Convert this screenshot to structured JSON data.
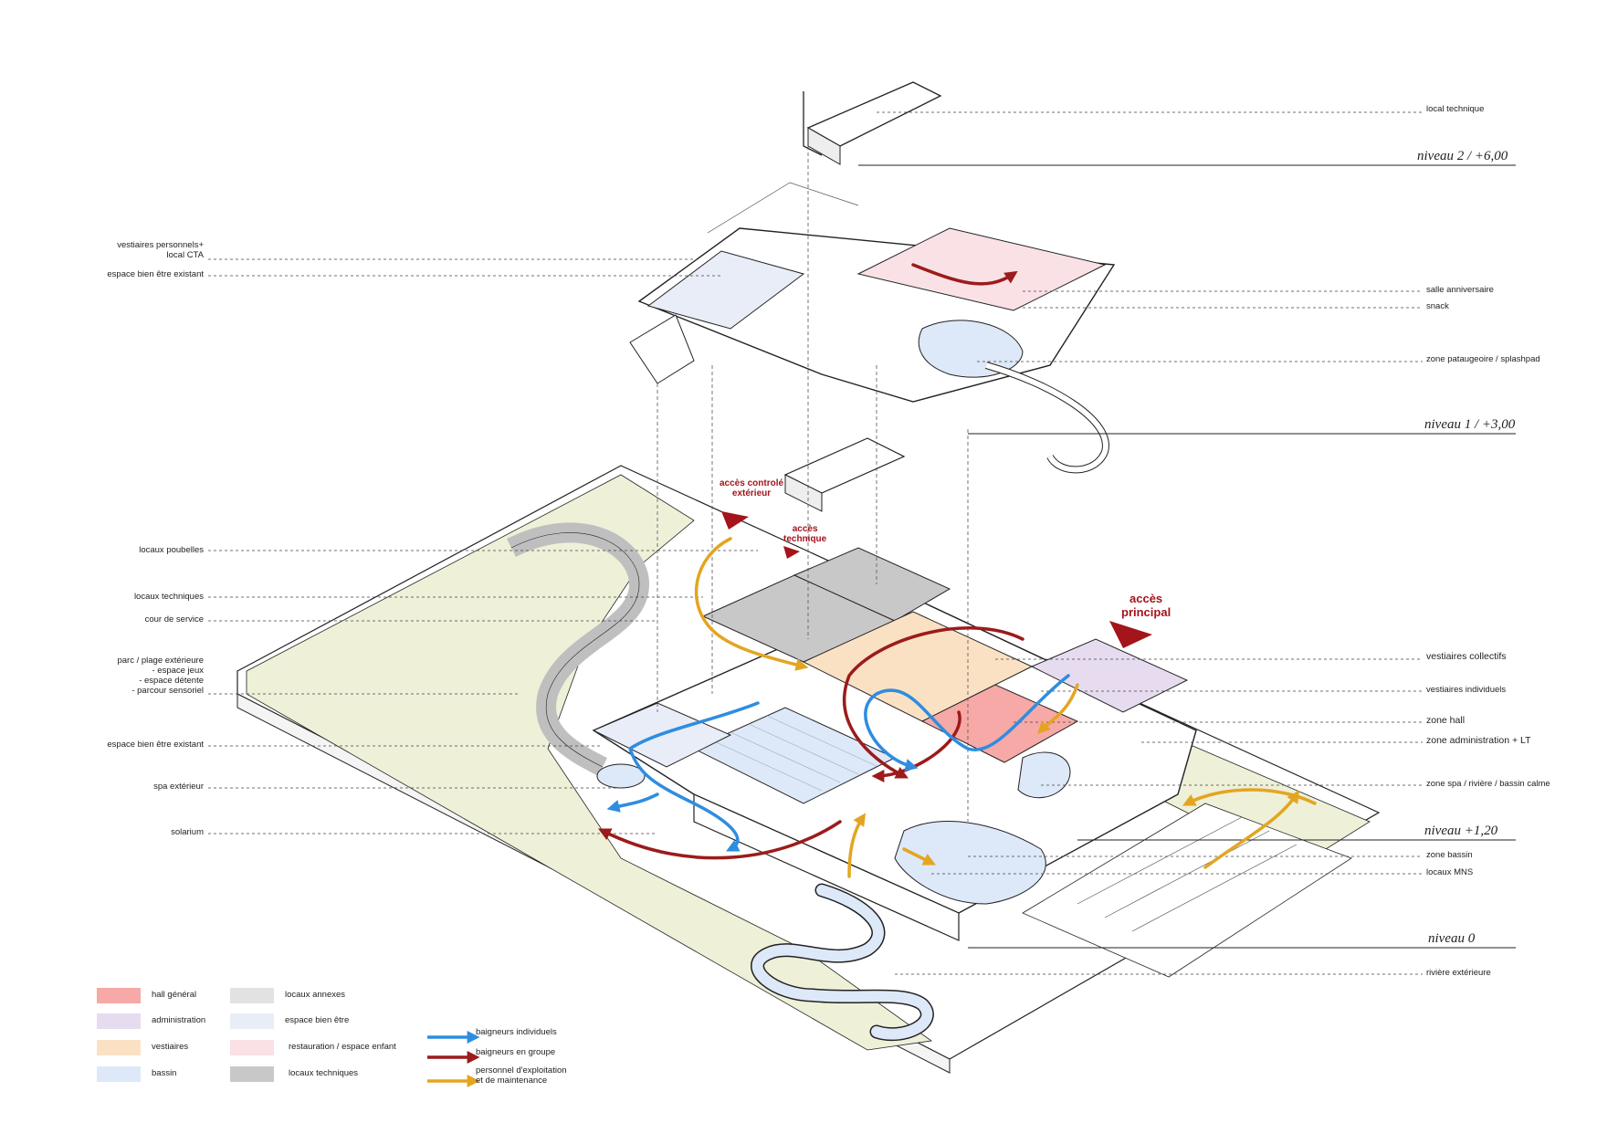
{
  "labels_right": [
    {
      "id": "local-technique",
      "text": "local technique"
    },
    {
      "id": "salle-anniversaire",
      "text": "salle anniversaire"
    },
    {
      "id": "snack",
      "text": "snack"
    },
    {
      "id": "zone-pataugeoire",
      "text": "zone pataugeoire / splashpad"
    },
    {
      "id": "vestiaires-collectifs",
      "text": "vestiaires collectifs"
    },
    {
      "id": "vestiaires-individuels",
      "text": "vestiaires individuels"
    },
    {
      "id": "zone-hall",
      "text": "zone hall"
    },
    {
      "id": "zone-administration",
      "text": "zone administration + LT"
    },
    {
      "id": "zone-spa",
      "text": "zone spa / rivière / bassin calme"
    },
    {
      "id": "zone-bassin",
      "text": "zone bassin"
    },
    {
      "id": "locaux-mns",
      "text": "locaux MNS"
    },
    {
      "id": "riviere-exterieure",
      "text": "rivière extérieure"
    }
  ],
  "labels_left": [
    {
      "id": "vestiaires-personnels",
      "text": "vestiaires personnels+\nlocal CTA"
    },
    {
      "id": "espace-bien-etre-n1",
      "text": "espace bien être existant"
    },
    {
      "id": "locaux-poubelles",
      "text": "locaux poubelles"
    },
    {
      "id": "locaux-techniques",
      "text": "locaux techniques"
    },
    {
      "id": "cour-de-service",
      "text": "cour de service"
    },
    {
      "id": "parc-plage",
      "text": "parc / plage extérieure\n- espace jeux\n- espace détente\n- parcour sensoriel"
    },
    {
      "id": "espace-bien-etre-n0",
      "text": "espace bien être existant"
    },
    {
      "id": "spa-exterieur",
      "text": "spa extérieur"
    },
    {
      "id": "solarium",
      "text": "solarium"
    }
  ],
  "levels": [
    {
      "id": "niveau-2",
      "text": "niveau  2 / +6,00"
    },
    {
      "id": "niveau-1",
      "text": "niveau 1 / +3,00"
    },
    {
      "id": "niveau-120",
      "text": "niveau +1,20"
    },
    {
      "id": "niveau-0",
      "text": "niveau 0"
    }
  ],
  "access": [
    {
      "id": "acces-controle",
      "text": "accès controlé\nextérieur"
    },
    {
      "id": "acces-technique",
      "text": "accès\ntechnique"
    },
    {
      "id": "acces-principal",
      "text": "accès\nprincipal"
    }
  ],
  "legend_zones": [
    {
      "id": "hall-general",
      "text": "hall général",
      "color": "#f6a9a6"
    },
    {
      "id": "administration",
      "text": "administration",
      "color": "#e7dcef"
    },
    {
      "id": "vestiaires",
      "text": "vestiaires",
      "color": "#fbe1c3"
    },
    {
      "id": "bassin",
      "text": "bassin",
      "color": "#dde9f8"
    },
    {
      "id": "locaux-annexes",
      "text": "locaux annexes",
      "color": "#e2e2e2"
    },
    {
      "id": "espace-bien-etre",
      "text": "espace bien être",
      "color": "#e8edf8"
    },
    {
      "id": "restauration",
      "text": "restauration / espace enfant",
      "color": "#f9e1e6"
    },
    {
      "id": "locaux-techniques-lg",
      "text": "locaux techniques",
      "color": "#c8c8c8"
    }
  ],
  "legend_flows": [
    {
      "id": "baigneurs-individuels",
      "text": "baigneurs individuels",
      "color": "#2e8de0"
    },
    {
      "id": "baigneurs-groupe",
      "text": "baigneurs en groupe",
      "color": "#9c1b1b"
    },
    {
      "id": "personnel",
      "text": "personnel d'exploitation\net de maintenance",
      "color": "#e3a521"
    }
  ],
  "colors": {
    "park": "#eef0d8",
    "path": "#f2f2f2",
    "water": "#dde9f8",
    "line": "#222222",
    "access": "#a3141b"
  }
}
